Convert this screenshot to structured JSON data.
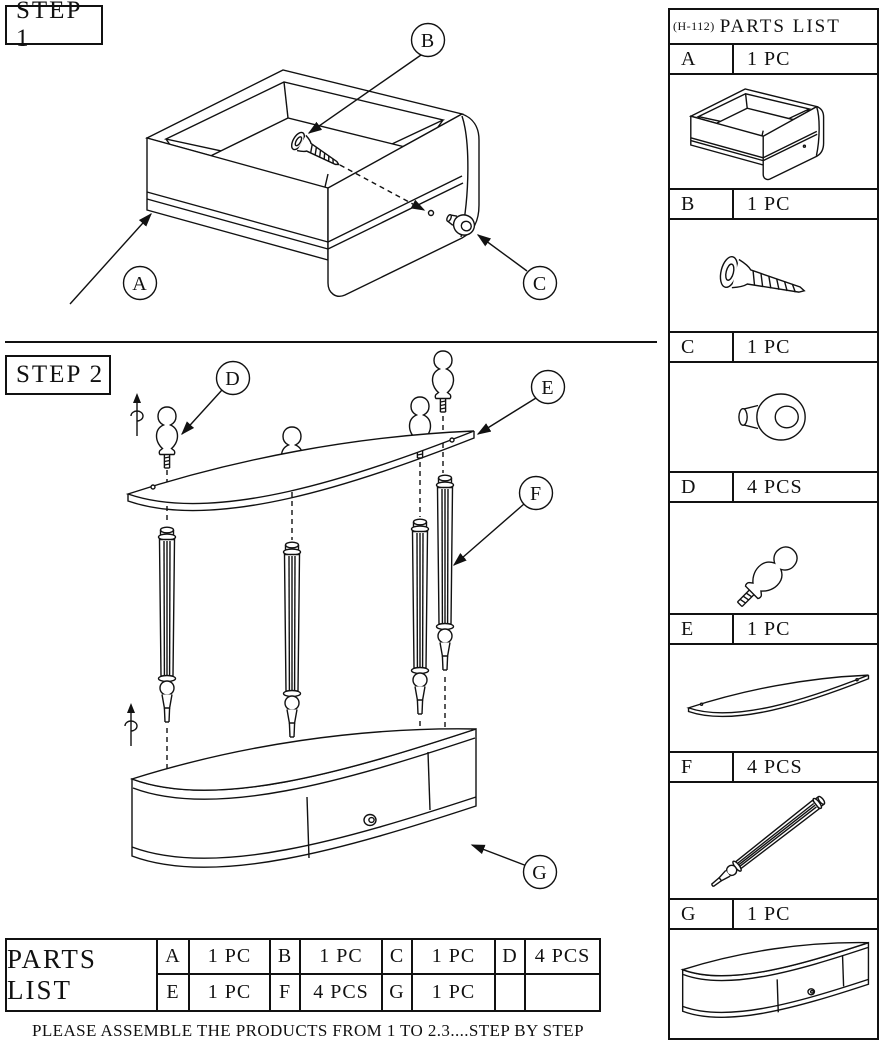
{
  "step1": {
    "label": "STEP 1",
    "callouts": [
      "A",
      "B",
      "C"
    ]
  },
  "step2": {
    "label": "STEP 2",
    "callouts": [
      "D",
      "E",
      "F",
      "G"
    ]
  },
  "parts_panel": {
    "code": "(H-112)",
    "title": "PARTS LIST",
    "items": [
      {
        "part": "A",
        "qty": "1 PC",
        "icon": "drawer"
      },
      {
        "part": "B",
        "qty": "1 PC",
        "icon": "screw"
      },
      {
        "part": "C",
        "qty": "1 PC",
        "icon": "knob"
      },
      {
        "part": "D",
        "qty": "4 PCS",
        "icon": "finial"
      },
      {
        "part": "E",
        "qty": "1 PC",
        "icon": "top-panel"
      },
      {
        "part": "F",
        "qty": "4 PCS",
        "icon": "leg"
      },
      {
        "part": "G",
        "qty": "1 PC",
        "icon": "base-cabinet"
      }
    ]
  },
  "bottom_table": {
    "title": "PARTS LIST",
    "rows": [
      [
        {
          "part": "A",
          "qty": "1 PC"
        },
        {
          "part": "B",
          "qty": "1 PC"
        },
        {
          "part": "C",
          "qty": "1 PC"
        },
        {
          "part": "D",
          "qty": "4 PCS"
        }
      ],
      [
        {
          "part": "E",
          "qty": "1 PC"
        },
        {
          "part": "F",
          "qty": "4 PCS"
        },
        {
          "part": "G",
          "qty": "1 PC"
        },
        {
          "part": "",
          "qty": ""
        }
      ]
    ]
  },
  "footer": {
    "text": "PLEASE ASSEMBLE THE PRODUCTS FROM 1 TO 2.3....STEP BY STEP"
  }
}
